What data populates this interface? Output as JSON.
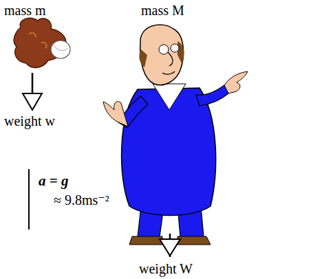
{
  "diagram": {
    "labels": [
      "mass m",
      "mass M",
      "weight w",
      "a = g",
      "≈ 9.8ms⁻²",
      "weight W"
    ]
  }
}
